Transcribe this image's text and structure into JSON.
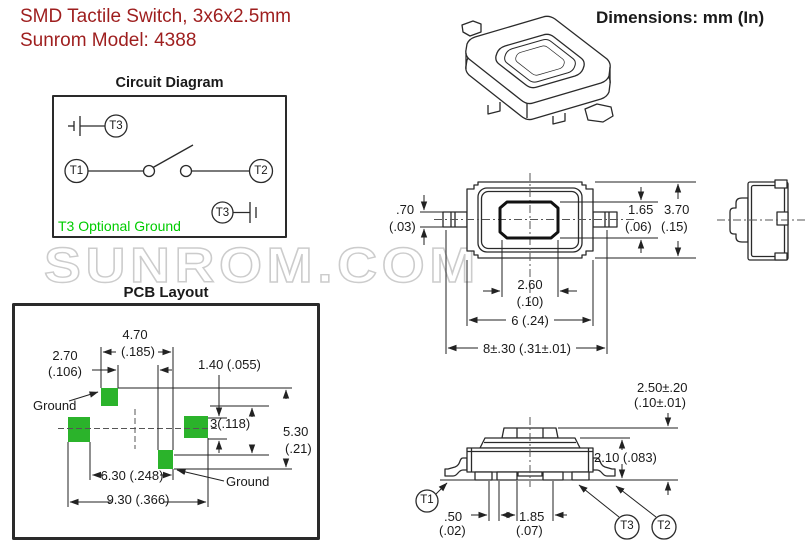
{
  "header": {
    "title_line1": "SMD Tactile Switch, 3x6x2.5mm",
    "title_line2": "Sunrom Model: 4388",
    "units_note": "Dimensions: mm (In)"
  },
  "watermark": {
    "text": "SUNROM.COM"
  },
  "circuit": {
    "heading": "Circuit Diagram",
    "terminal_t1": "T1",
    "terminal_t2": "T2",
    "terminal_t3_top": "T3",
    "terminal_t3_bottom": "T3",
    "note": "T3 Optional Ground"
  },
  "pcb": {
    "heading": "PCB Layout",
    "ground_top": "Ground",
    "ground_bottom": "Ground",
    "dim_2_70_mm": "2.70",
    "dim_2_70_in": "(.106)",
    "dim_4_70_mm": "4.70",
    "dim_4_70_in": "(.185)",
    "dim_1_40": "1.40 (.055)",
    "dim_3": "3(.118)",
    "dim_5_30_mm": "5.30",
    "dim_5_30_in": "(.21)",
    "dim_6_30": "6.30 (.248)",
    "dim_9_30": "9.30 (.366)"
  },
  "top_view": {
    "dim_lead_mm": ".70",
    "dim_lead_in": "(.03)",
    "dim_actuator_h_mm": "1.65",
    "dim_actuator_h_in": "(.06)",
    "dim_body_h_mm": "3.70",
    "dim_body_h_in": "(.15)",
    "dim_actuator_w_mm": "2.60",
    "dim_actuator_w_in": "(.10)",
    "dim_body_w": "6 (.24)",
    "dim_overall_w": "8±.30 (.31±.01)"
  },
  "front_view": {
    "dim_overall_h_mm": "2.50±.20",
    "dim_overall_h_in": "(.10±.01)",
    "dim_body_h": "2.10 (.083)",
    "dim_lead_w_mm": ".50",
    "dim_lead_w_in": "(.02)",
    "dim_pitch_mm": "1.85",
    "dim_pitch_in": "(.07)",
    "terminal_t1": "T1",
    "terminal_t2": "T2",
    "terminal_t3": "T3"
  },
  "colors": {
    "accent_red": "#9e1e1e",
    "pad_green": "#2bb32b",
    "note_green": "#00cc00",
    "watermark_gray": "#cccccc"
  }
}
